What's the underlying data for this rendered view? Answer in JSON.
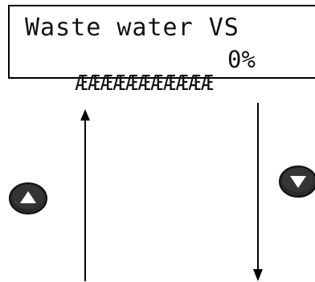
{
  "display": {
    "title": "Waste water VS",
    "bar_glyphs": "ÆÆÆÆÆÆÆÆÆÆÆ",
    "percent_text": "0%"
  },
  "buttons": {
    "up_icon": "triangle-up",
    "down_icon": "triangle-down"
  },
  "colors": {
    "button_body": "#2a2a2a",
    "button_symbol": "#ffffff"
  }
}
